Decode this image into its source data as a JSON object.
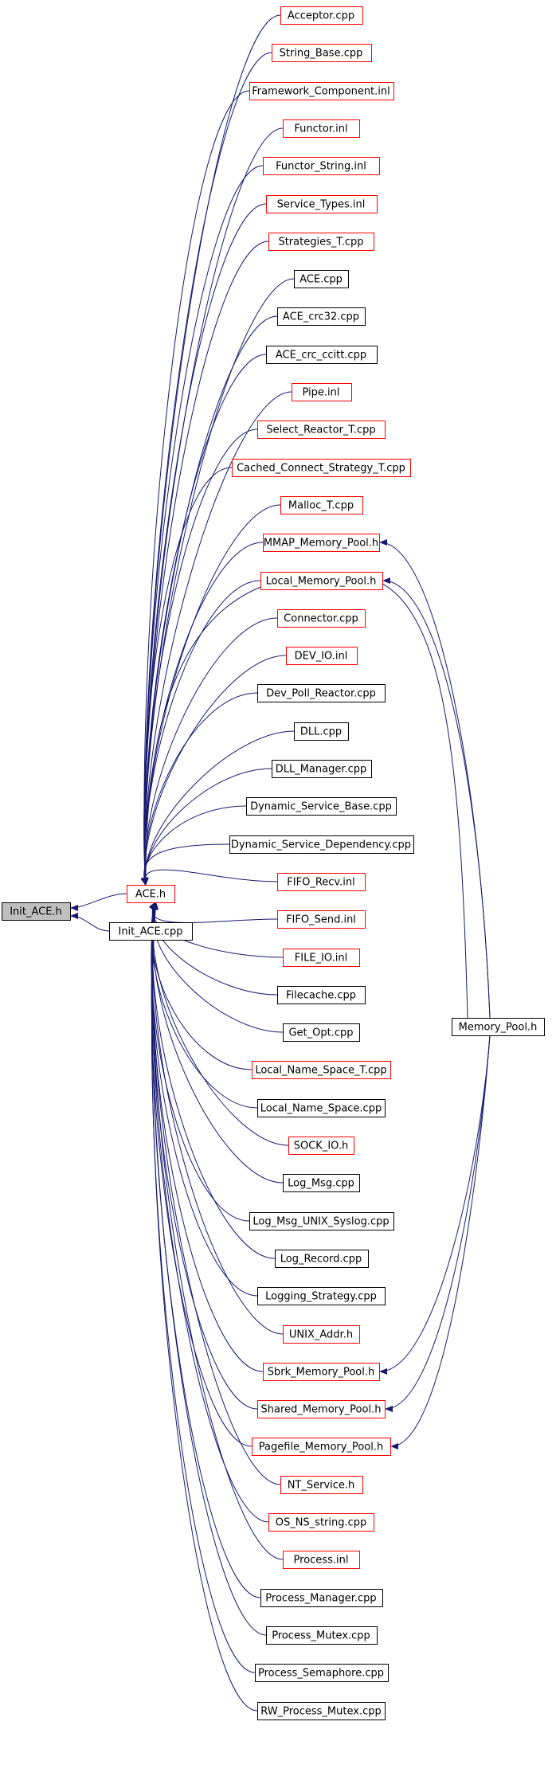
{
  "colors": {
    "edge": "#191970",
    "normal_border": "#000000",
    "linked_border": "#ff0000",
    "focus_fill": "#bfbfbf"
  },
  "graph": {
    "root": {
      "id": "init_ace_h",
      "label": "Init_ACE.h",
      "style": "focus"
    },
    "hubs": [
      {
        "id": "ace_h",
        "label": "ACE.h",
        "style": "linked"
      },
      {
        "id": "init_ace_cpp",
        "label": "Init_ACE.cpp",
        "style": "normal"
      }
    ],
    "includers": [
      {
        "id": "n0",
        "label": "Acceptor.cpp",
        "style": "linked"
      },
      {
        "id": "n1",
        "label": "String_Base.cpp",
        "style": "linked"
      },
      {
        "id": "n2",
        "label": "Framework_Component.inl",
        "style": "linked"
      },
      {
        "id": "n3",
        "label": "Functor.inl",
        "style": "linked"
      },
      {
        "id": "n4",
        "label": "Functor_String.inl",
        "style": "linked"
      },
      {
        "id": "n5",
        "label": "Service_Types.inl",
        "style": "linked"
      },
      {
        "id": "n6",
        "label": "Strategies_T.cpp",
        "style": "linked"
      },
      {
        "id": "n7",
        "label": "ACE.cpp",
        "style": "normal"
      },
      {
        "id": "n8",
        "label": "ACE_crc32.cpp",
        "style": "normal"
      },
      {
        "id": "n9",
        "label": "ACE_crc_ccitt.cpp",
        "style": "normal"
      },
      {
        "id": "n10",
        "label": "Pipe.inl",
        "style": "linked"
      },
      {
        "id": "n11",
        "label": "Select_Reactor_T.cpp",
        "style": "linked"
      },
      {
        "id": "n12",
        "label": "Cached_Connect_Strategy_T.cpp",
        "style": "linked"
      },
      {
        "id": "n13",
        "label": "Malloc_T.cpp",
        "style": "linked"
      },
      {
        "id": "n14",
        "label": "MMAP_Memory_Pool.h",
        "style": "linked"
      },
      {
        "id": "n15",
        "label": "Local_Memory_Pool.h",
        "style": "linked"
      },
      {
        "id": "n16",
        "label": "Connector.cpp",
        "style": "linked"
      },
      {
        "id": "n17",
        "label": "DEV_IO.inl",
        "style": "linked"
      },
      {
        "id": "n18",
        "label": "Dev_Poll_Reactor.cpp",
        "style": "normal"
      },
      {
        "id": "n19",
        "label": "DLL.cpp",
        "style": "normal"
      },
      {
        "id": "n20",
        "label": "DLL_Manager.cpp",
        "style": "normal"
      },
      {
        "id": "n21",
        "label": "Dynamic_Service_Base.cpp",
        "style": "normal"
      },
      {
        "id": "n22",
        "label": "Dynamic_Service_Dependency.cpp",
        "style": "normal"
      },
      {
        "id": "n23",
        "label": "FIFO_Recv.inl",
        "style": "linked"
      },
      {
        "id": "n24",
        "label": "FIFO_Send.inl",
        "style": "linked"
      },
      {
        "id": "n25",
        "label": "FILE_IO.inl",
        "style": "linked"
      },
      {
        "id": "n26",
        "label": "Filecache.cpp",
        "style": "normal"
      },
      {
        "id": "n27",
        "label": "Get_Opt.cpp",
        "style": "normal"
      },
      {
        "id": "n28",
        "label": "Local_Name_Space_T.cpp",
        "style": "linked"
      },
      {
        "id": "n29",
        "label": "Local_Name_Space.cpp",
        "style": "normal"
      },
      {
        "id": "n30",
        "label": "SOCK_IO.h",
        "style": "linked"
      },
      {
        "id": "n31",
        "label": "Log_Msg.cpp",
        "style": "normal"
      },
      {
        "id": "n32",
        "label": "Log_Msg_UNIX_Syslog.cpp",
        "style": "normal"
      },
      {
        "id": "n33",
        "label": "Log_Record.cpp",
        "style": "normal"
      },
      {
        "id": "n34",
        "label": "Logging_Strategy.cpp",
        "style": "normal"
      },
      {
        "id": "n35",
        "label": "UNIX_Addr.h",
        "style": "linked"
      },
      {
        "id": "n36",
        "label": "Sbrk_Memory_Pool.h",
        "style": "linked"
      },
      {
        "id": "n37",
        "label": "Shared_Memory_Pool.h",
        "style": "linked"
      },
      {
        "id": "n38",
        "label": "Pagefile_Memory_Pool.h",
        "style": "linked"
      },
      {
        "id": "n39",
        "label": "NT_Service.h",
        "style": "linked"
      },
      {
        "id": "n40",
        "label": "OS_NS_string.cpp",
        "style": "linked"
      },
      {
        "id": "n41",
        "label": "Process.inl",
        "style": "linked"
      },
      {
        "id": "n42",
        "label": "Process_Manager.cpp",
        "style": "normal"
      },
      {
        "id": "n43",
        "label": "Process_Mutex.cpp",
        "style": "normal"
      },
      {
        "id": "n44",
        "label": "Process_Semaphore.cpp",
        "style": "normal"
      },
      {
        "id": "n45",
        "label": "RW_Process_Mutex.cpp",
        "style": "normal"
      }
    ],
    "memory_pool": {
      "id": "memory_pool_h",
      "label": "Memory_Pool.h",
      "style": "normal"
    },
    "memory_pool_targets": [
      "n14",
      "n15",
      "n36",
      "n37",
      "n38"
    ]
  }
}
